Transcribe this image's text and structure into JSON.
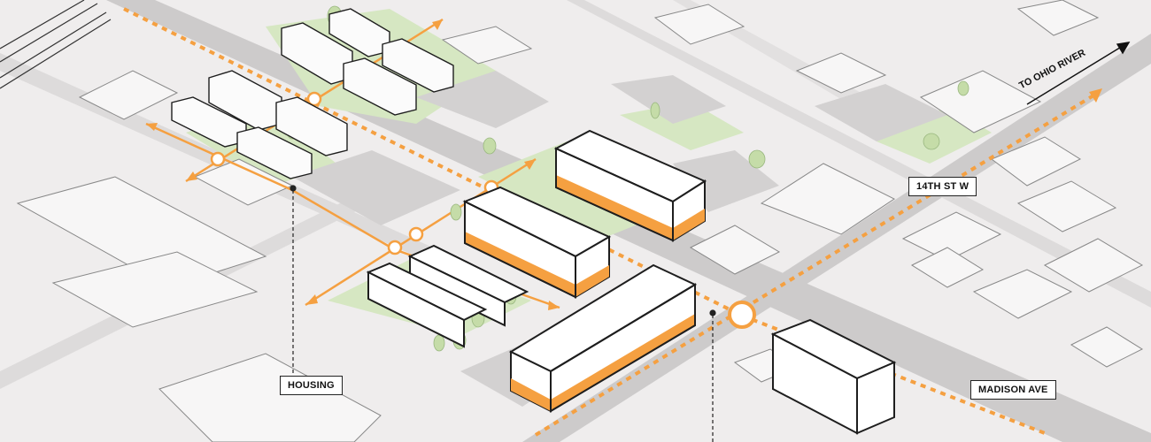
{
  "labels": {
    "housing": "HOUSING",
    "street_14th": "14TH ST W",
    "madison": "MADISON AVE",
    "river": "TO OHIO RIVER"
  },
  "colors": {
    "ground": "#efeded",
    "road": "#cfcdcd",
    "green": "#d7e8c4",
    "parking": "#d4d2d2",
    "accent_orange": "#f5a041",
    "outline": "#222222",
    "building_gray": "#f7f6f6"
  }
}
